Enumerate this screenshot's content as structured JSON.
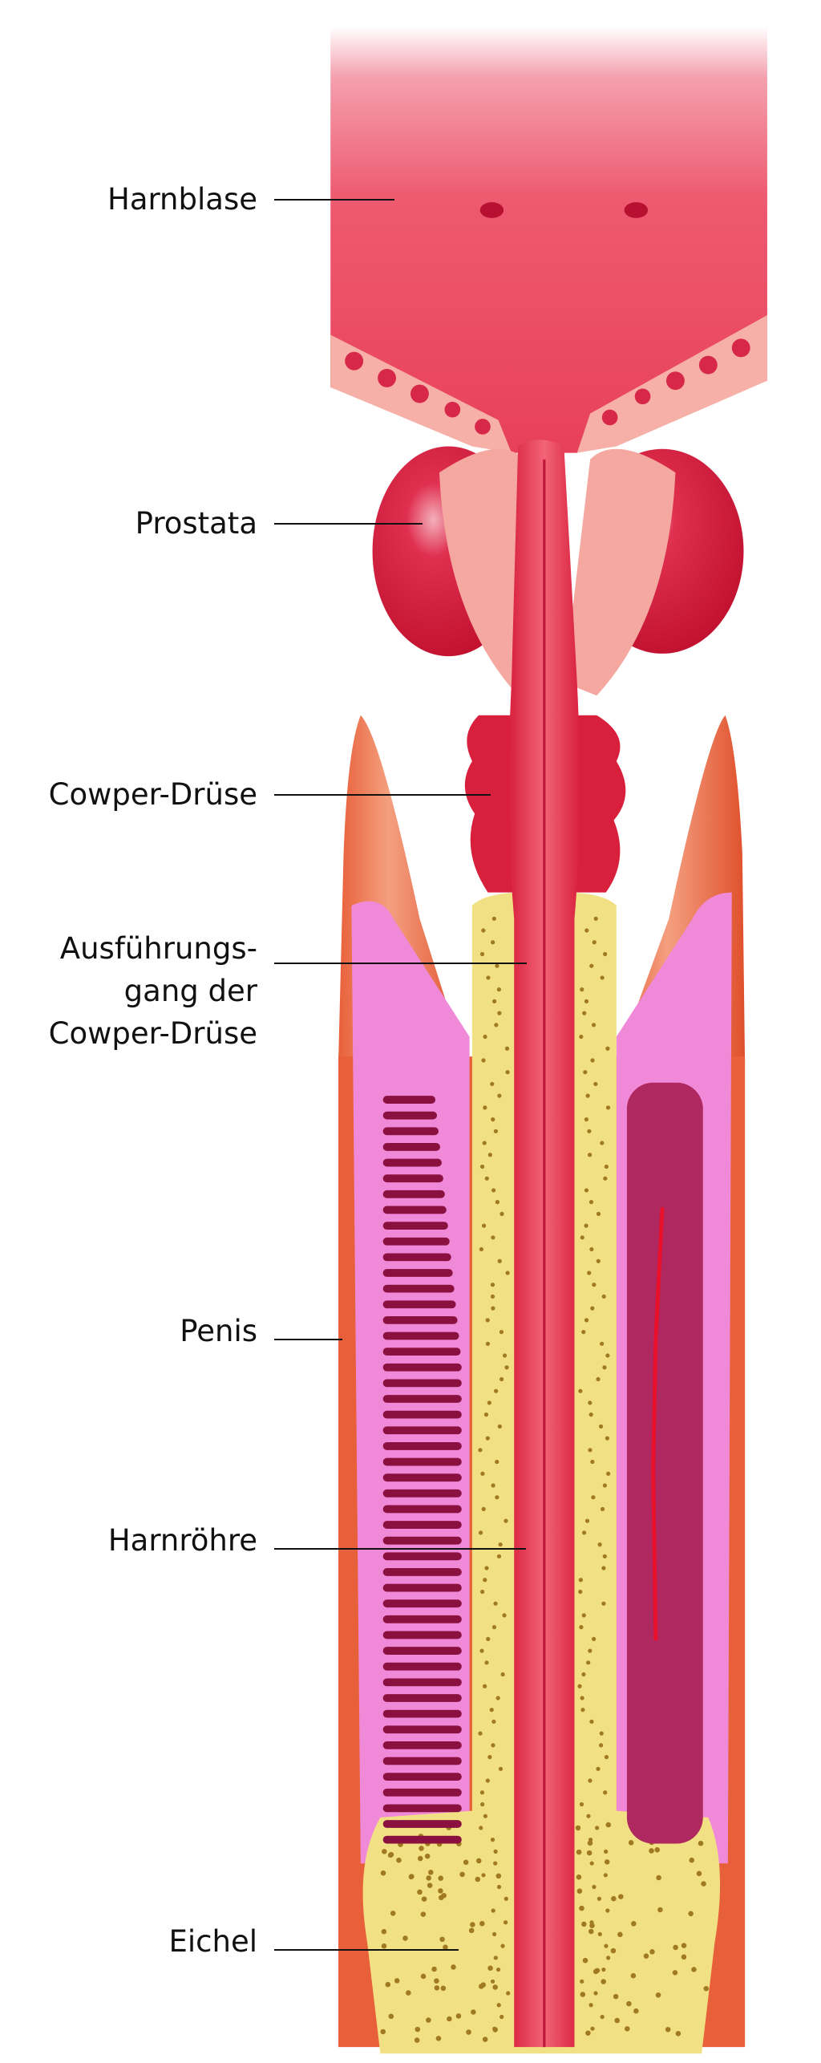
{
  "title": "Männliche Harnröhre und Penis (Längsschnitt)",
  "labels": {
    "harnblase": "Harnblase",
    "prostata": "Prostata",
    "cowper": "Cowper-Drüse",
    "ausfuehrungsgang_1": "Ausführungs-",
    "ausfuehrungsgang_2": "gang der",
    "ausfuehrungsgang_3": "Cowper-Drüse",
    "penis": "Penis",
    "harnroehre": "Harnröhre",
    "eichel": "Eichel"
  },
  "colors": {
    "bladder": "#ec4a62",
    "prostate": "#d91c3e",
    "urethra": "#e8304c",
    "spongiosum": "#f2e184",
    "cavernosum": "#f08ad8",
    "tunica": "#e8603a",
    "trabecula": "#8a1040"
  }
}
